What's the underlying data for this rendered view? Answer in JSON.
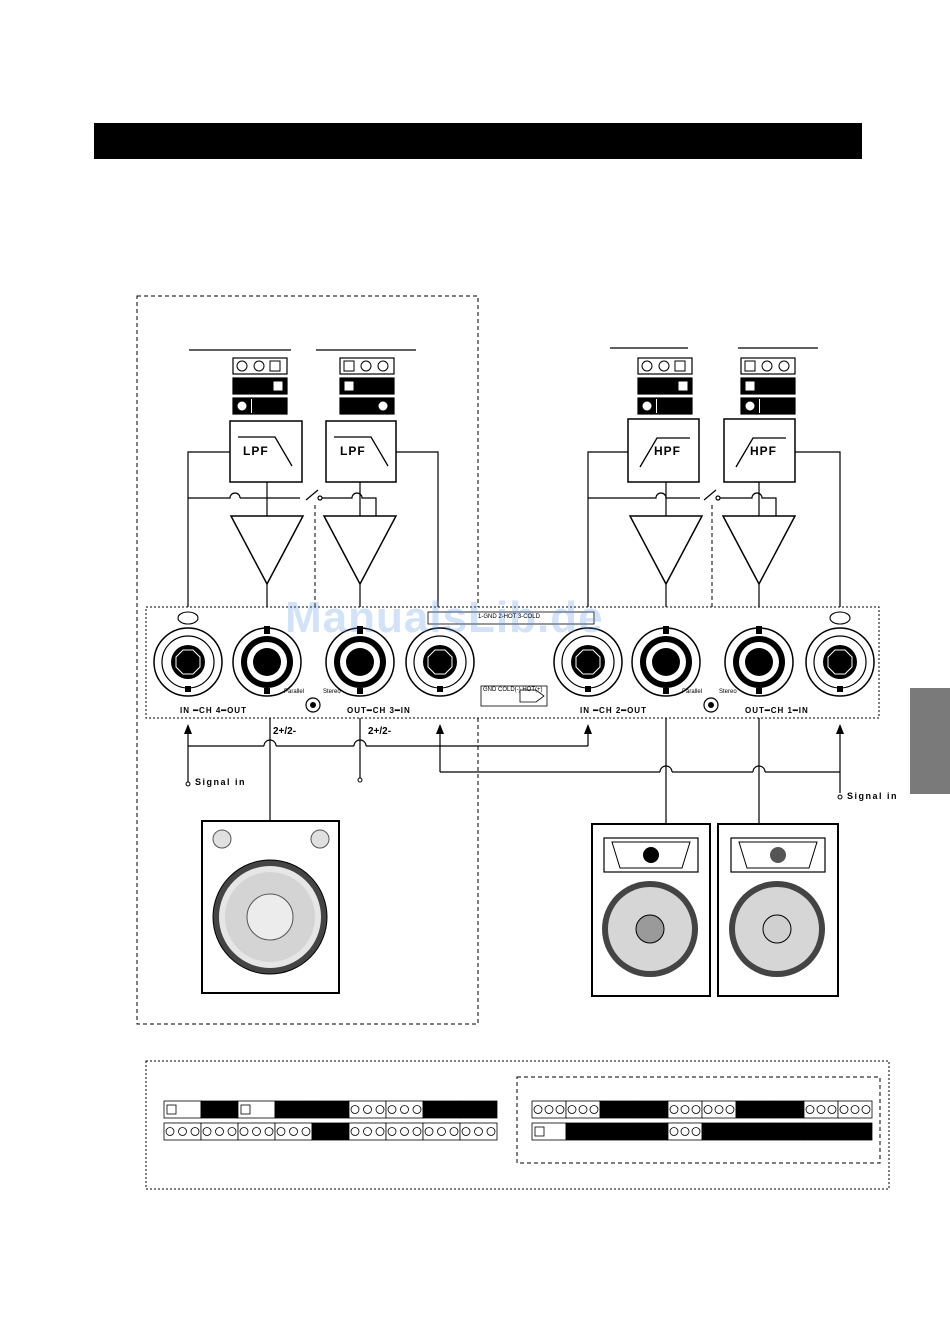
{
  "watermark": "ManualsLib.de",
  "filters": {
    "lpf": "LPF",
    "hpf": "HPF"
  },
  "channels": {
    "ch4": "IN ━CH 4━OUT",
    "ch3": "OUT━CH 3━IN",
    "ch2": "IN ━CH 2━OUT",
    "ch1": "OUT━CH 1━IN"
  },
  "switch": {
    "parallel": "Parallel",
    "stereo": "Stereo"
  },
  "pin_label": "GND COLD(-) HOT(+)",
  "panel_label": "1-GND 2-HOT 3-COLD",
  "bridge_label": "2+/2-",
  "signal_in": "Signal in"
}
